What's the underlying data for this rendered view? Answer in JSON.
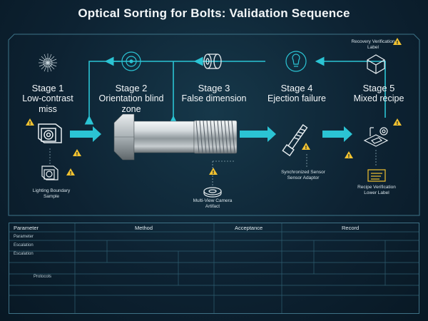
{
  "title": "Optical Sorting for Bolts: Validation Sequence",
  "stages": [
    {
      "num": "Stage 1",
      "name": "Low-contrast miss"
    },
    {
      "num": "Stage 2",
      "name": "Orientation blind zone"
    },
    {
      "num": "Stage 3",
      "name": "False dimension"
    },
    {
      "num": "Stage 4",
      "name": "Ejection failure"
    },
    {
      "num": "Stage 5",
      "name": "Mixed recipe"
    }
  ],
  "labels": {
    "lighting": "Lighting Boundary Sample",
    "camera": "Multi-View Camera Artifact",
    "sensor": "Synchronized Sensor Sensor Adaptor",
    "recipe_bottom": "Recipe Verification Lower Label",
    "recipe_top": "Recovery Verification Label"
  },
  "table": {
    "headers": [
      "Parameter",
      "Method",
      "Acceptance",
      "Record"
    ],
    "rows": [
      "Parameter",
      "Escalation",
      "Escalation",
      "Protocols"
    ]
  },
  "colors": {
    "accent": "#2bc4d4",
    "warning": "#f2c230"
  },
  "icons": [
    "radial-burst-icon",
    "target-icon",
    "cylinder-icon",
    "light-bulb-icon",
    "box-icon",
    "camera-icon",
    "bolt-icon",
    "warning-icon"
  ]
}
